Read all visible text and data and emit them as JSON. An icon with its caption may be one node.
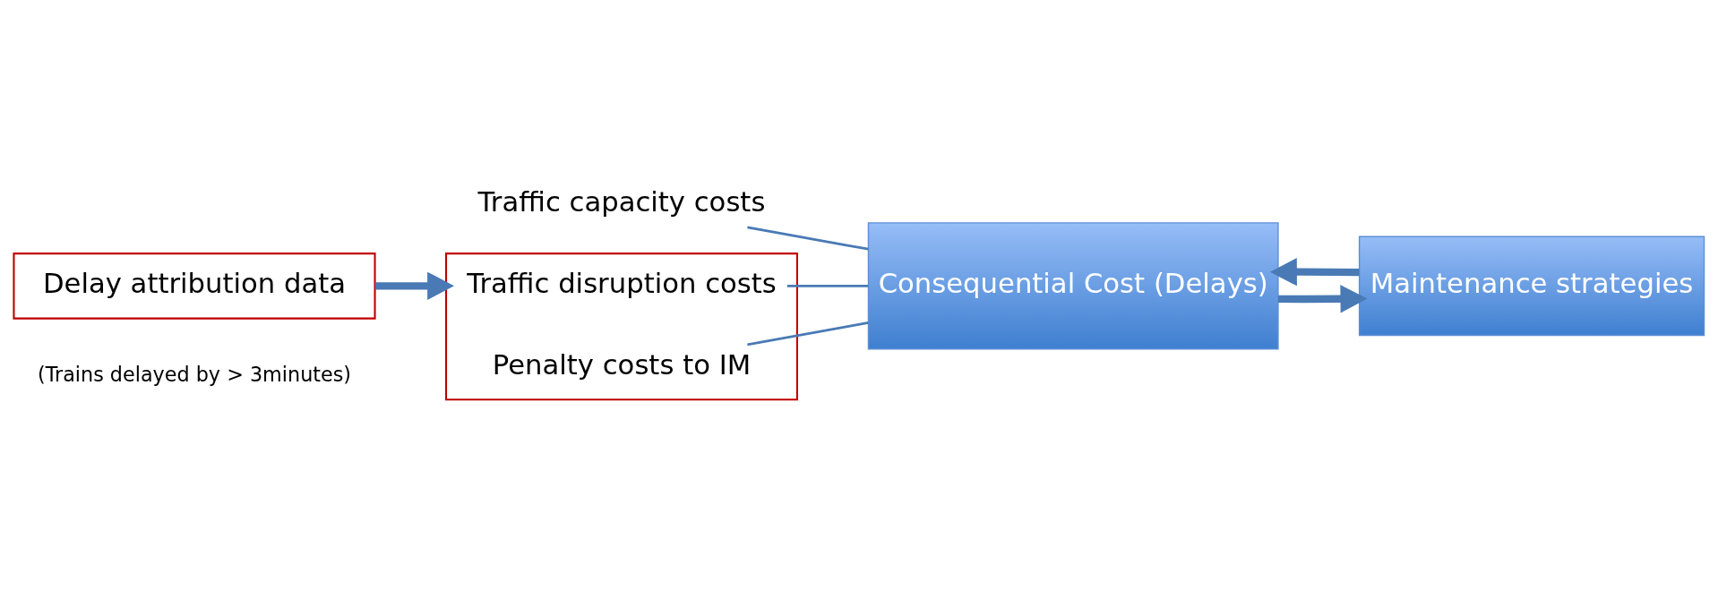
{
  "diagram": {
    "nodes": [
      {
        "text": [
          "Traffic capacity costs"
        ]
      },
      {
        "text": [],
        "shape": "box"
      },
      {
        "text": [
          "Traffic disruption costs"
        ],
        "in": 1
      },
      {
        "text": [
          "Penalty costs to IM"
        ],
        "in": 1
      },
      {
        "text": [
          "Delay attribution data"
        ],
        "beside": [
          "(Trains delayed by > 3minutes)"
        ]
      },
      {
        "text": [
          "Consequential Cost (Delays)"
        ]
      },
      {
        "text": [
          "Maintenance strategies"
        ]
      }
    ],
    "edges": [
      {
        "from": 0,
        "to": 5,
        "arrow": "none"
      },
      {
        "from": 2,
        "to": 5,
        "arrow": "none"
      },
      {
        "from": 3,
        "to": 5,
        "arrow": "none"
      },
      {
        "from": 4,
        "to": 1,
        "arrow": "to",
        "style": "thick"
      },
      {
        "from": 5,
        "to": 6,
        "arrow": "to",
        "style": "thick"
      },
      {
        "from": 6,
        "to": 5,
        "arrow": "to",
        "style": "thick"
      }
    ]
  }
}
